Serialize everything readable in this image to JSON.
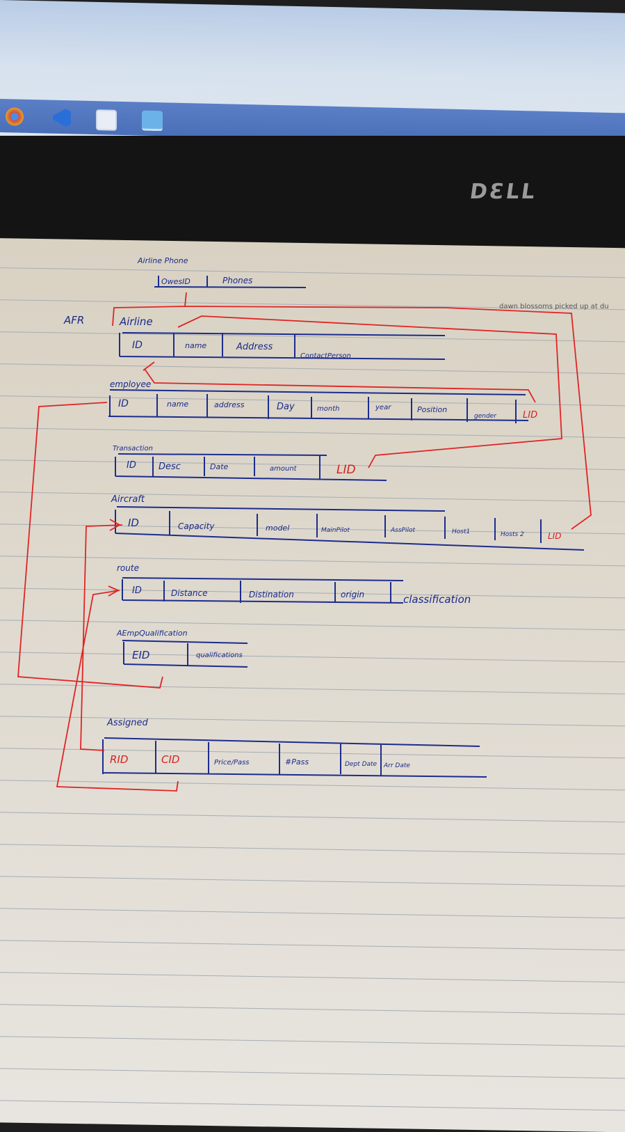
{
  "monitor": {
    "brand": "DELL",
    "taskbar_icons": [
      "chrome-icon",
      "vscode-icon",
      "store-icon",
      "photos-icon"
    ]
  },
  "note": {
    "text": "dawn blossoms picked up at du"
  },
  "margin_label": "AFR",
  "tables": [
    {
      "title": "Airline Phone",
      "cells": [
        "OwesID",
        "Phones"
      ],
      "red_cells": []
    },
    {
      "title": "Airline",
      "cells": [
        "ID",
        "name",
        "Address",
        "ContactPerson"
      ],
      "red_cells": []
    },
    {
      "title": "employee",
      "cells": [
        "ID",
        "name",
        "address",
        "Day",
        "month",
        "year",
        "Position",
        "gender"
      ],
      "red_cells": [
        "LID"
      ]
    },
    {
      "title": "Transaction",
      "cells": [
        "ID",
        "Desc",
        "Date",
        "amount"
      ],
      "red_cells": [
        "LID"
      ]
    },
    {
      "title": "Aircraft",
      "cells": [
        "ID",
        "Capacity",
        "model",
        "MainPilot",
        "AssPilot",
        "Host1",
        "Hosts 2"
      ],
      "red_cells": [
        "LID"
      ]
    },
    {
      "title": "route",
      "cells": [
        "ID",
        "Distance",
        "Distination",
        "origin",
        "classification"
      ],
      "red_cells": []
    },
    {
      "title": "AEmpQualification",
      "cells": [
        "EID",
        "qualifications"
      ],
      "red_cells": []
    },
    {
      "title": "Assigned",
      "cells": [
        "Price/Pass",
        "#Pass",
        "Dept Date",
        "Arr Date"
      ],
      "red_cells": [
        "RID",
        "CID"
      ]
    }
  ],
  "colors": {
    "ink_blue": "#1a2a8a",
    "ink_red": "#d42020",
    "paper": "#ddd7cb"
  }
}
